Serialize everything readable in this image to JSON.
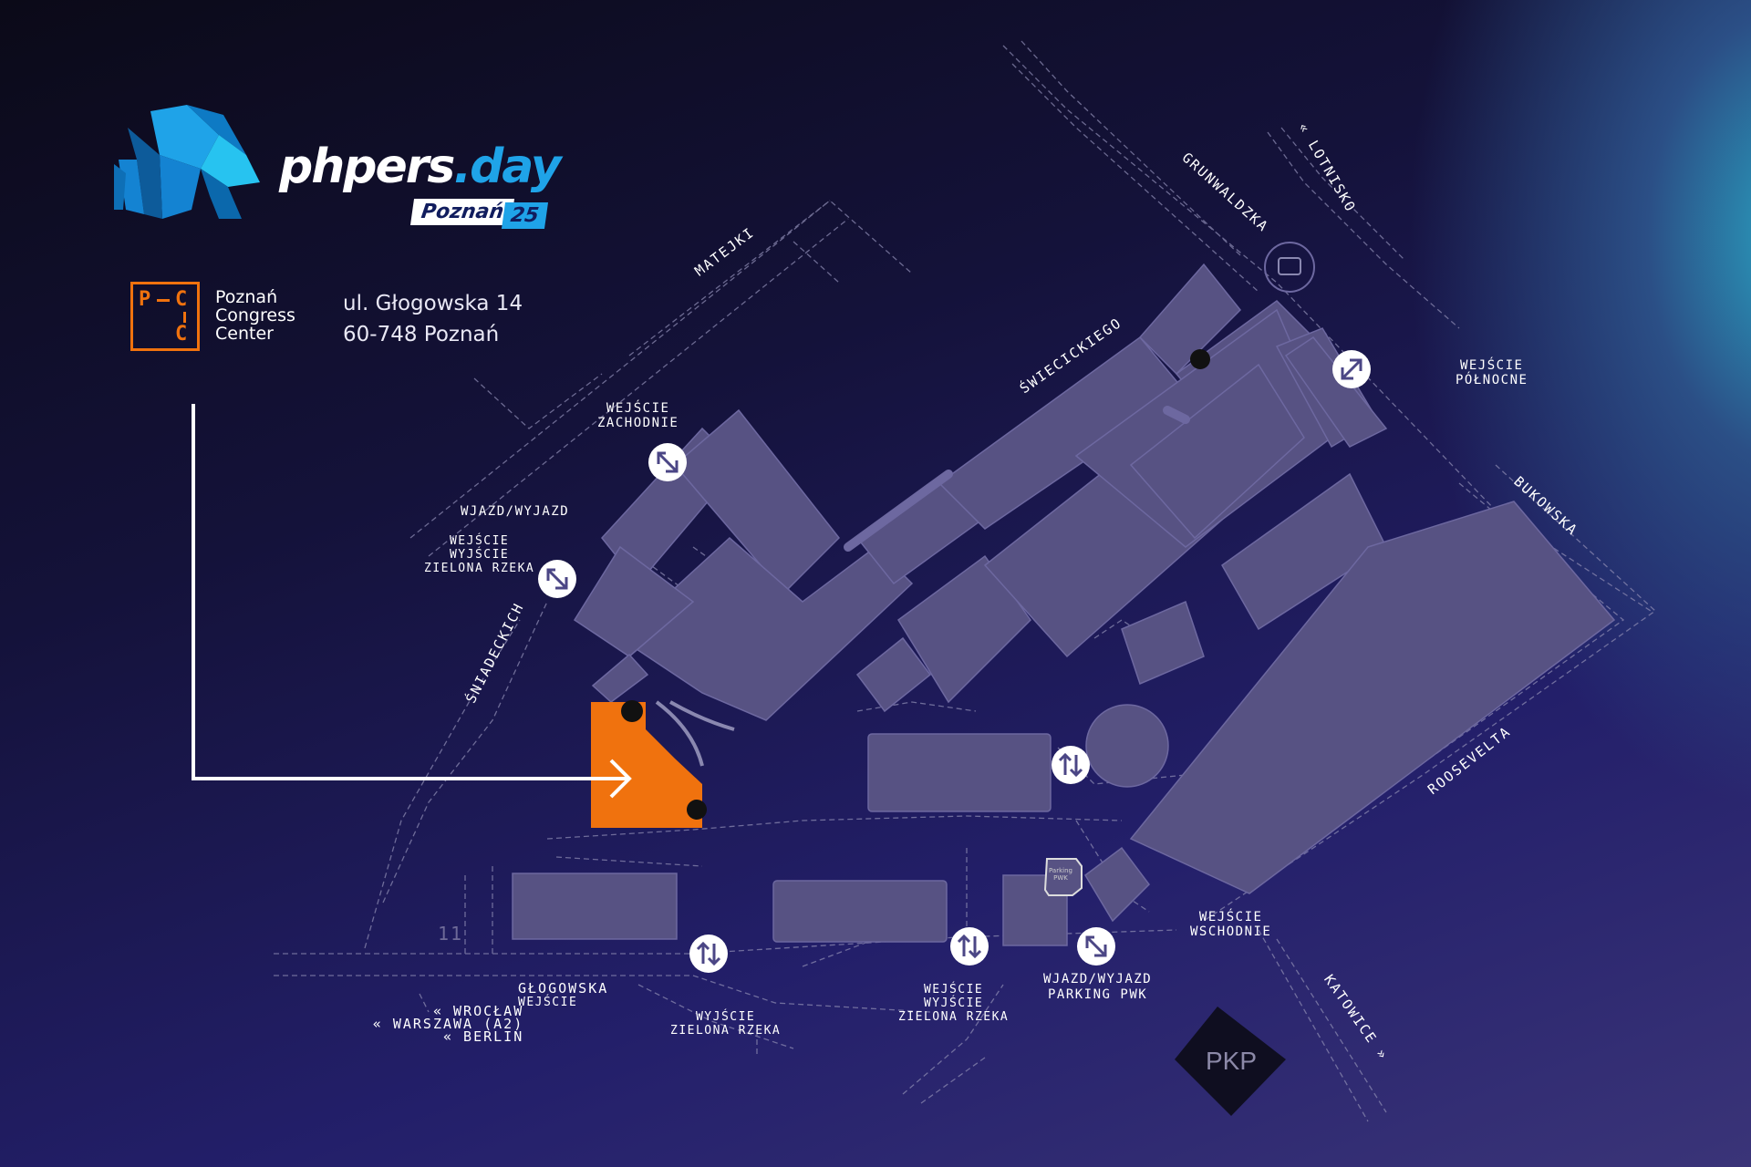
{
  "brand": {
    "name_main": "phpers",
    "name_tld": ".day",
    "city": "Poznań",
    "year": "25",
    "accent_color": "#1fa3e8"
  },
  "venue": {
    "logo_letters": [
      "P",
      "C",
      "C"
    ],
    "name_lines": [
      "Poznań",
      "Congress",
      "Center"
    ],
    "address_lines": [
      "ul. Głogowska 14",
      "60-748 Poznań"
    ],
    "logo_color": "#f0720e",
    "highlight_color": "#f0720e"
  },
  "streets": {
    "matejki": "MATEJKI",
    "grunwaldzka": "GRUNWALDZKA",
    "lotnisko": "« LOTNISKO",
    "swiecickiego": "ŚWIECICKIEGO",
    "bukowska": "BUKOWSKA",
    "roosevelta": "ROOSEVELTA",
    "sniadeckich": "ŚNIADECKICH",
    "katowice": "KATOWICE »",
    "glogowska": "GŁOGOWSKA"
  },
  "entrances": {
    "zachodnie": [
      "WEJŚCIE",
      "ZACHODNIE"
    ],
    "polnocne": [
      "WEJŚCIE",
      "PÓŁNOCNE"
    ],
    "wjazd": "WJAZD/WYJAZD",
    "zielona_left": [
      "WEJŚCIE",
      "WYJŚCIE",
      "ZIELONA RZEKA"
    ],
    "glogowska_wejscie": "WEJŚCIE",
    "wyjscie_zielona": [
      "WYJŚCIE",
      "ZIELONA RZEKA"
    ],
    "zielona_bottom": [
      "WEJŚCIE",
      "WYJŚCIE",
      "ZIELONA RZEKA"
    ],
    "parking": [
      "WJAZD/WYJAZD",
      "PARKING PWK"
    ],
    "wschodnie": [
      "WEJŚCIE",
      "WSCHODNIE"
    ]
  },
  "directions": [
    "« WROCŁAW",
    "« WARSZAWA (A2)",
    "« BERLIN"
  ],
  "misc": {
    "number": "11",
    "pkp": "PKP",
    "parking_sign": [
      "Parking",
      "PWK"
    ]
  },
  "icons": [
    "elephant-logo-icon",
    "entrance-arrows-icon",
    "bus-stop-icon",
    "direction-arrow-icon"
  ]
}
